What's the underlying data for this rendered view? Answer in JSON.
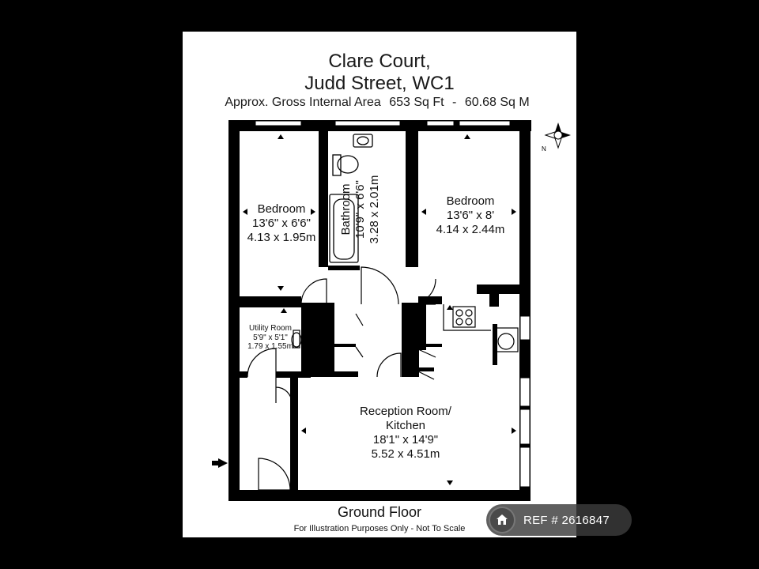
{
  "title": {
    "line1": "Clare Court,",
    "line2": "Judd Street, WC1"
  },
  "area": {
    "label": "Approx. Gross Internal Area",
    "sqft": "653 Sq Ft",
    "separator": "-",
    "sqm": "60.68 Sq M"
  },
  "rooms": {
    "bedroom1": {
      "name": "Bedroom",
      "imperial": "13'6\" x 6'6\"",
      "metric": "4.13 x 1.95m"
    },
    "bathroom": {
      "name": "Bathroom",
      "imperial": "10'9\" x 6'6\"",
      "metric": "3.28 x 2.01m"
    },
    "bedroom2": {
      "name": "Bedroom",
      "imperial": "13'6\" x 8'",
      "metric": "4.14 x 2.44m"
    },
    "utility": {
      "name": "Utility Room",
      "imperial": "5'9\" x 5'1\"",
      "metric": "1.79 x 1.55m"
    },
    "reception": {
      "name1": "Reception Room/",
      "name2": "Kitchen",
      "imperial": "18'1\" x 14'9\"",
      "metric": "5.52 x 4.51m"
    }
  },
  "floor_label": "Ground Floor",
  "disclaimer": "For Illustration Purposes Only - Not To Scale",
  "compass": {
    "north": "N"
  },
  "ref_badge": {
    "text": "REF # 2616847"
  }
}
